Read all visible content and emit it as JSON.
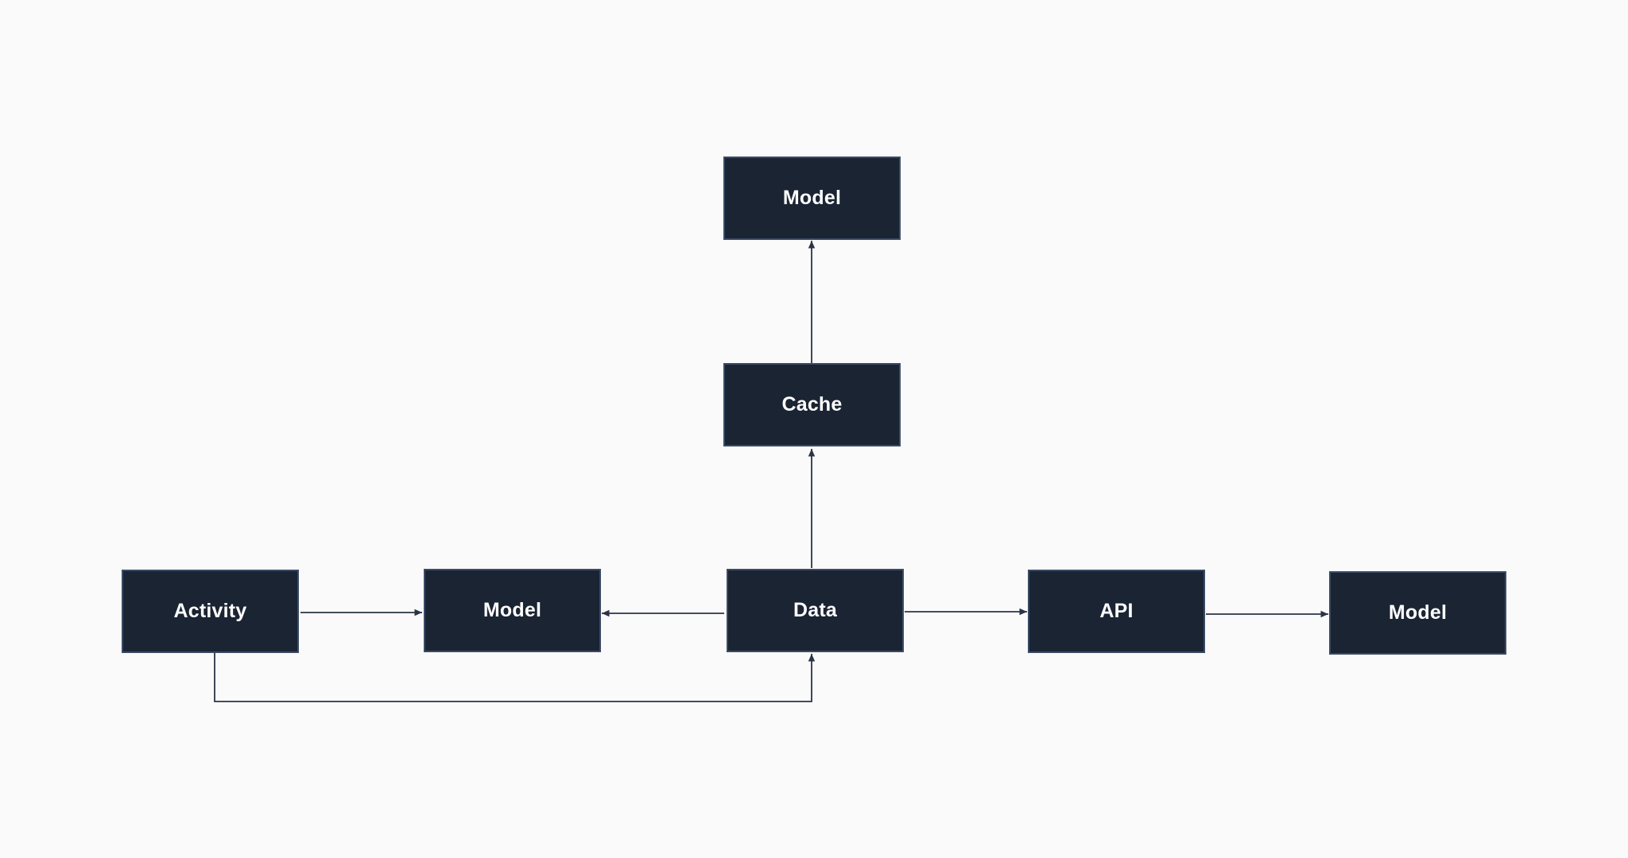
{
  "diagram": {
    "colors": {
      "background": "#fafafa",
      "node_fill": "#1b2433",
      "node_border": "#3b4b66",
      "edge": "#2a3446",
      "label": "#ffffff"
    },
    "nodes": {
      "model_top": "Model",
      "cache": "Cache",
      "activity": "Activity",
      "model_mid": "Model",
      "data": "Data",
      "api": "API",
      "model_right": "Model"
    },
    "edges": [
      {
        "from": "cache",
        "to": "model_top"
      },
      {
        "from": "data",
        "to": "cache"
      },
      {
        "from": "activity",
        "to": "model_mid"
      },
      {
        "from": "data",
        "to": "model_mid"
      },
      {
        "from": "data",
        "to": "api"
      },
      {
        "from": "api",
        "to": "model_right"
      },
      {
        "from": "activity",
        "to": "data"
      }
    ]
  }
}
